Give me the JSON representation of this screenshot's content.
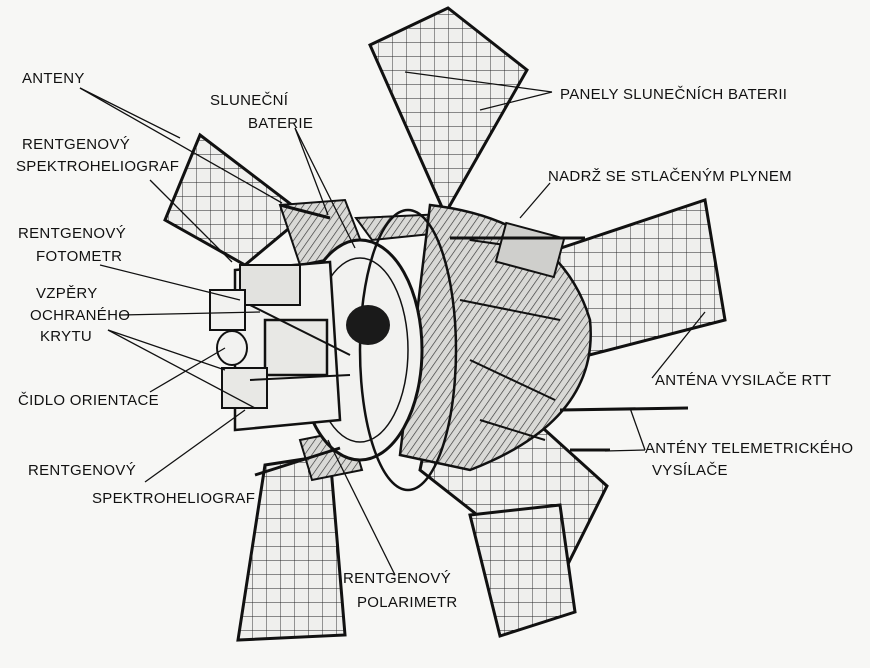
{
  "labels": {
    "anteny": "ANTENY",
    "rtg_spektro_top_1": "RENTGENOVÝ",
    "rtg_spektro_top_2": "SPEKTROHELIOGRAF",
    "rtg_fotometr_1": "RENTGENOVÝ",
    "rtg_fotometr_2": "FOTOMETR",
    "vzpery_1": "VZPĚRY",
    "vzpery_2": "OCHRANÉHO",
    "vzpery_3": "KRYTU",
    "cidlo": "ČIDLO ORIENTACE",
    "rtg_spektro_bottom_1": "RENTGENOVÝ",
    "rtg_spektro_bottom_2": "SPEKTROHELIOGRAF",
    "slunecni_1": "SLUNEČNÍ",
    "slunecni_2": "BATERIE",
    "panely": "PANELY SLUNEČNÍCH BATERII",
    "nadrz": "NADRŽ SE STLAČENÝM PLYNEM",
    "antena_rtt": "ANTÉNA VYSILAČE RTT",
    "anteny_tel_1": "ANTÉNY TELEMETRICKÉHO",
    "anteny_tel_2": "VYSÍLAČE",
    "rtg_polarimetr_1": "RENTGENOVÝ",
    "rtg_polarimetr_2": "POLARIMETR"
  },
  "colors": {
    "ink": "#111111",
    "paper": "#f7f7f5",
    "panel": "#ececea"
  }
}
